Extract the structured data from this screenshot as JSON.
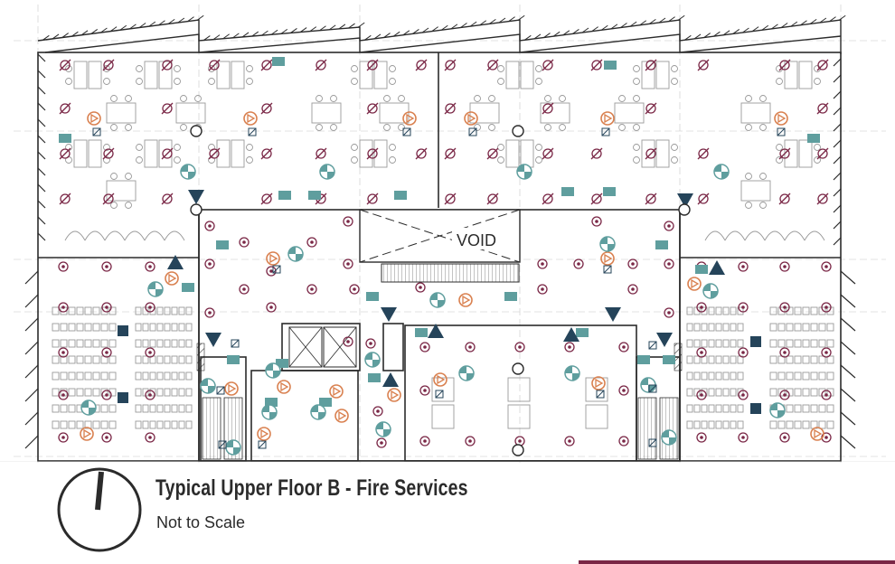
{
  "drawing": {
    "title": "Typical Upper Floor B - Fire Services",
    "scale_note": "Not to Scale",
    "void_label": "VOID"
  },
  "symbols": {
    "ceiling_fitting": "crossed-circle",
    "smoke_detector": "double-ring",
    "sprinkler_head": "hatched-circle",
    "exit_sign": "teal-rectangle",
    "emergency_light": "triangle",
    "fire_alarm_speaker": "orange-ring-arrow",
    "heat_detector": "small-square-slash"
  },
  "colors": {
    "line": "#2b2b2b",
    "light_line": "#8c8c8c",
    "detector": "#7a2746",
    "teal": "#5f9e9e",
    "navy": "#25445a",
    "orange": "#d9804f",
    "accent": "#7a2746"
  }
}
